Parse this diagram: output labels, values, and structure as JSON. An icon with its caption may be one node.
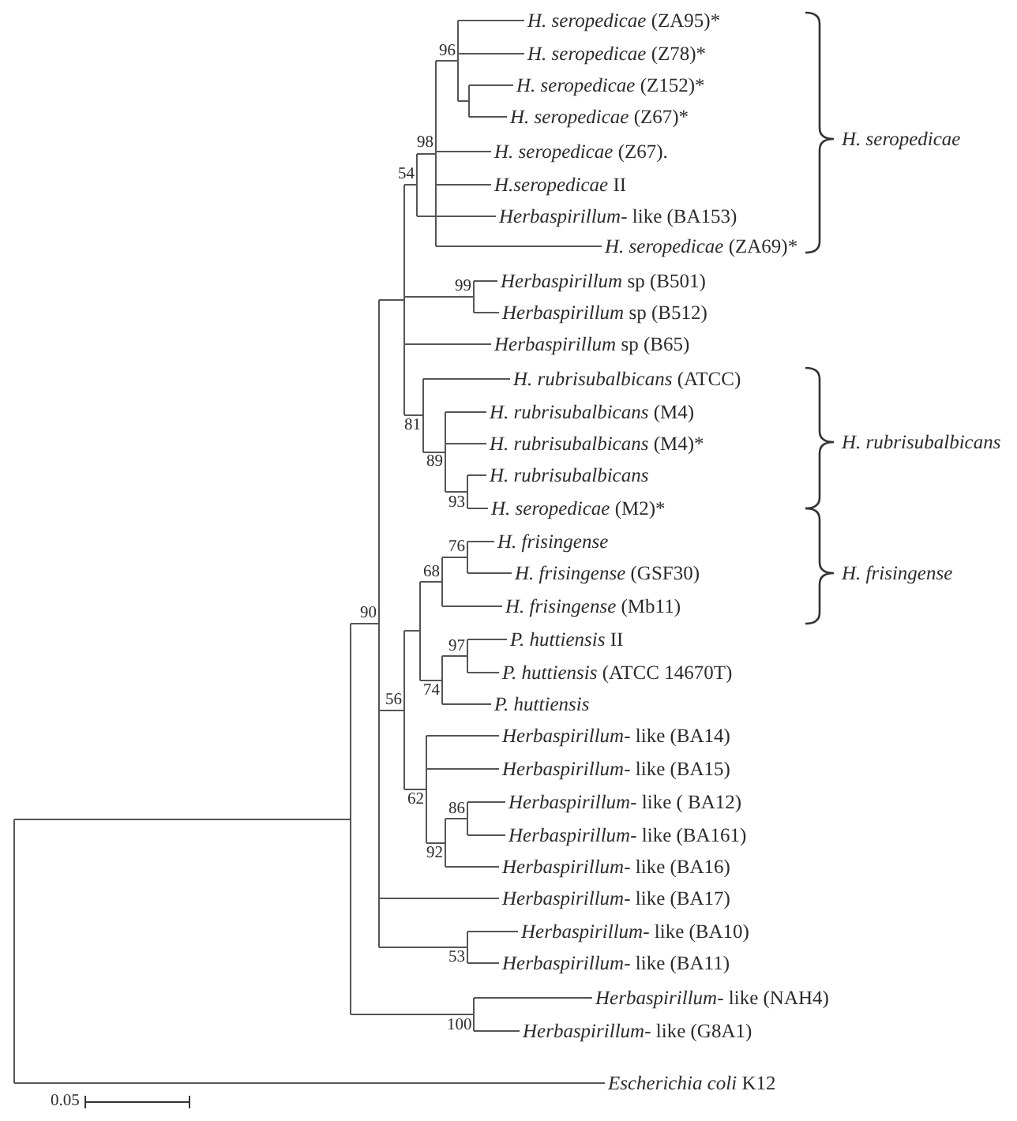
{
  "diagram": {
    "labels": [
      "*H. seropedicae* (ZA95)*",
      "96",
      "*H. seropedicae* (Z78)*",
      "*H. seropedicae* (Z152)*",
      "*H. seropedicae* (Z67)*",
      "98",
      "*H. seropedicae* (Z67).",
      "H. seropedicae",
      "*H.seropedicae* II",
      "54",
      "*Herbaspirillum*- like (BA153)",
      "*H. seropedicae* (ZA69)*",
      "*Herbaspirillum* sp (B501)",
      "99",
      "*Herbaspirillum* sp (B512)",
      "*Herbaspirillum* sp (B65)",
      "*H. rubrisubalbicans* (ATCC)",
      "81",
      "*H. rubrisubalbicans* (M4)",
      "89",
      "*H. rubrisubalbicans* (M4)*",
      "H. rubrisubalbicans",
      "93",
      "H. rubrisubalbicans",
      "*H. seropedicae* (M2)*",
      "76",
      "H. frisingense",
      "68",
      "*H. frisingense* (GSF30)",
      "H. frisingense",
      "*H. frisingense* (Mb11)",
      "97",
      "*P. huttiensis* II",
      "74",
      "*P. huttiensis* (ATCC 14670T)",
      "P. huttiensis",
      "90",
      "62",
      "*Herbaspirillum*- like (BA14)",
      "56",
      "*Herbaspirillum*- like (BA15)",
      "86",
      "*Herbaspirillum*- like ( BA12)",
      "92",
      "*Herbaspirillum*- like (BA161)",
      "*Herbaspirillum*- like (BA16)",
      "*Herbaspirillum*- like (BA17)",
      "53",
      "*Herbaspirillum*- like (BA10)",
      "*Herbaspirillum*- like (BA11)",
      "*Herbaspirillum*- like (NAH4)",
      "100",
      "*Herbaspirillum*- like (G8A1)",
      "*Escherichia coli* K12",
      "0.05"
    ]
  }
}
